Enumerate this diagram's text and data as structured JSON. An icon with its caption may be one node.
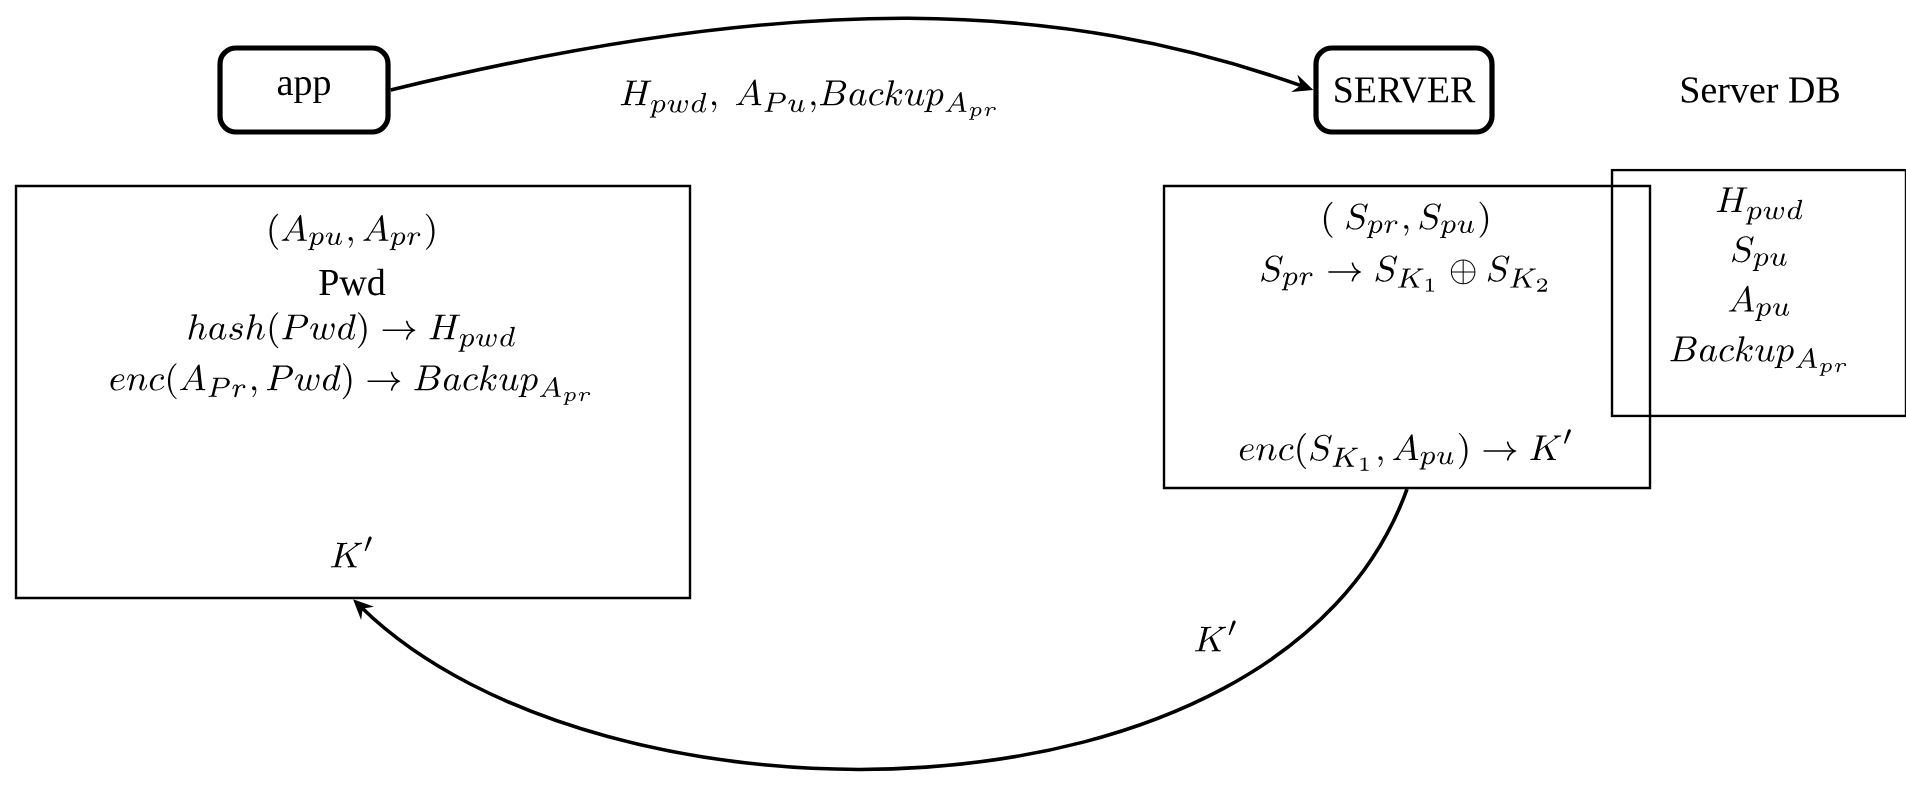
{
  "diagram": {
    "nodes": [
      {
        "text": [
          "app"
        ]
      },
      {
        "text": [
          "(A_{pu},A_{pr})",
          "\\mathrm{Pwd}",
          "hash(Pwd) \\to H_{pwd}",
          "enc(A_{Pr},Pwd) \\to Backup_{A_{pr}}",
          "K'"
        ]
      },
      {
        "text": [
          "SERVER"
        ]
      },
      {
        "text": [
          "(\\ S_{pr},S_{pu})",
          "S_{pr} \\to S_{K_1} \\oplus S_{K_2}",
          "enc(S_{K_1},A_{pu}) \\to K'"
        ]
      },
      {
        "text": [
          "Server DB",
          "H_{pwd}",
          "S_{pu}",
          "A_{pu}",
          "Backup_{A_{pr}}"
        ]
      }
    ],
    "edges": [
      {
        "from": 0,
        "to": 2,
        "arrow": "to",
        "label": "H_{pwd},\\ A_{Pu}{,}Backup_{A_{pr}}"
      },
      {
        "from": 3,
        "to": 1,
        "arrow": "to",
        "label": "K'"
      }
    ]
  }
}
